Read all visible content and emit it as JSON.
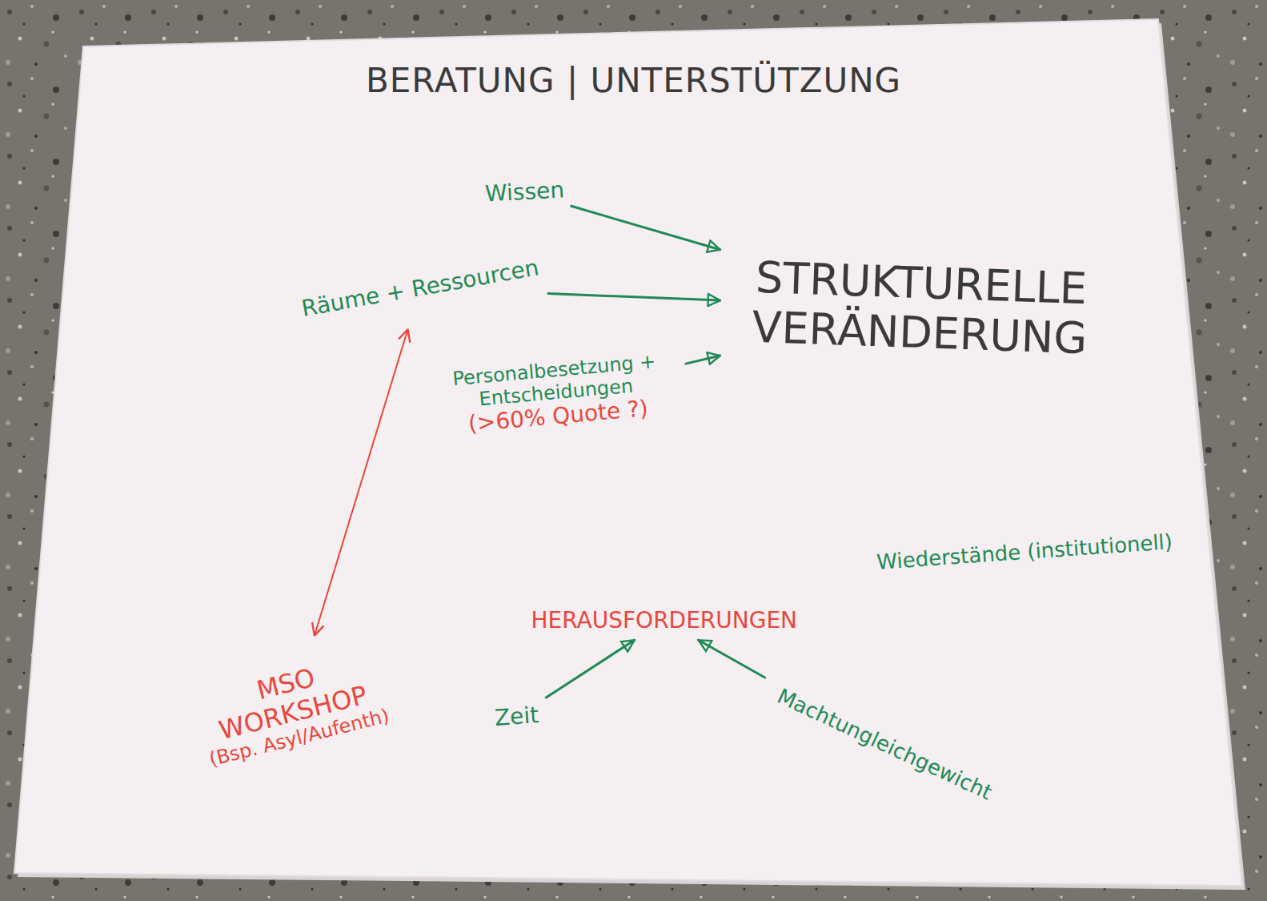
{
  "diagram": {
    "title": "BERATUNG | UNTERSTÜTZUNG",
    "nodes": [
      {
        "text": [
          "Wissen"
        ]
      },
      {
        "text": [
          "Räume + Ressourcen"
        ]
      },
      {
        "text": [
          "STRUKTURELLE VERÄNDERUNG"
        ]
      },
      {
        "text": [
          "Personalbesetzung + Entscheidungen",
          "(>60% Quote ?)"
        ]
      },
      {
        "text": [
          "Wiederstände (institutionell)"
        ]
      },
      {
        "text": [
          "HERAUSFORDERUNGEN"
        ]
      },
      {
        "text": [
          "MSO WORKSHOP",
          "(Bsp. Asyl/Aufenth)"
        ]
      },
      {
        "text": [
          "Zeit"
        ]
      },
      {
        "text": [
          "Machtungleichgewicht"
        ]
      }
    ],
    "edges": [
      {
        "from": 0,
        "to": 2,
        "arrow": "to"
      },
      {
        "from": 1,
        "to": 2,
        "arrow": "to"
      },
      {
        "from": 3,
        "to": 2,
        "arrow": "to"
      },
      {
        "from": 6,
        "to": 1,
        "arrow": "both"
      },
      {
        "from": 7,
        "to": 5,
        "arrow": "to"
      },
      {
        "from": 8,
        "to": 5,
        "arrow": "to"
      }
    ]
  }
}
